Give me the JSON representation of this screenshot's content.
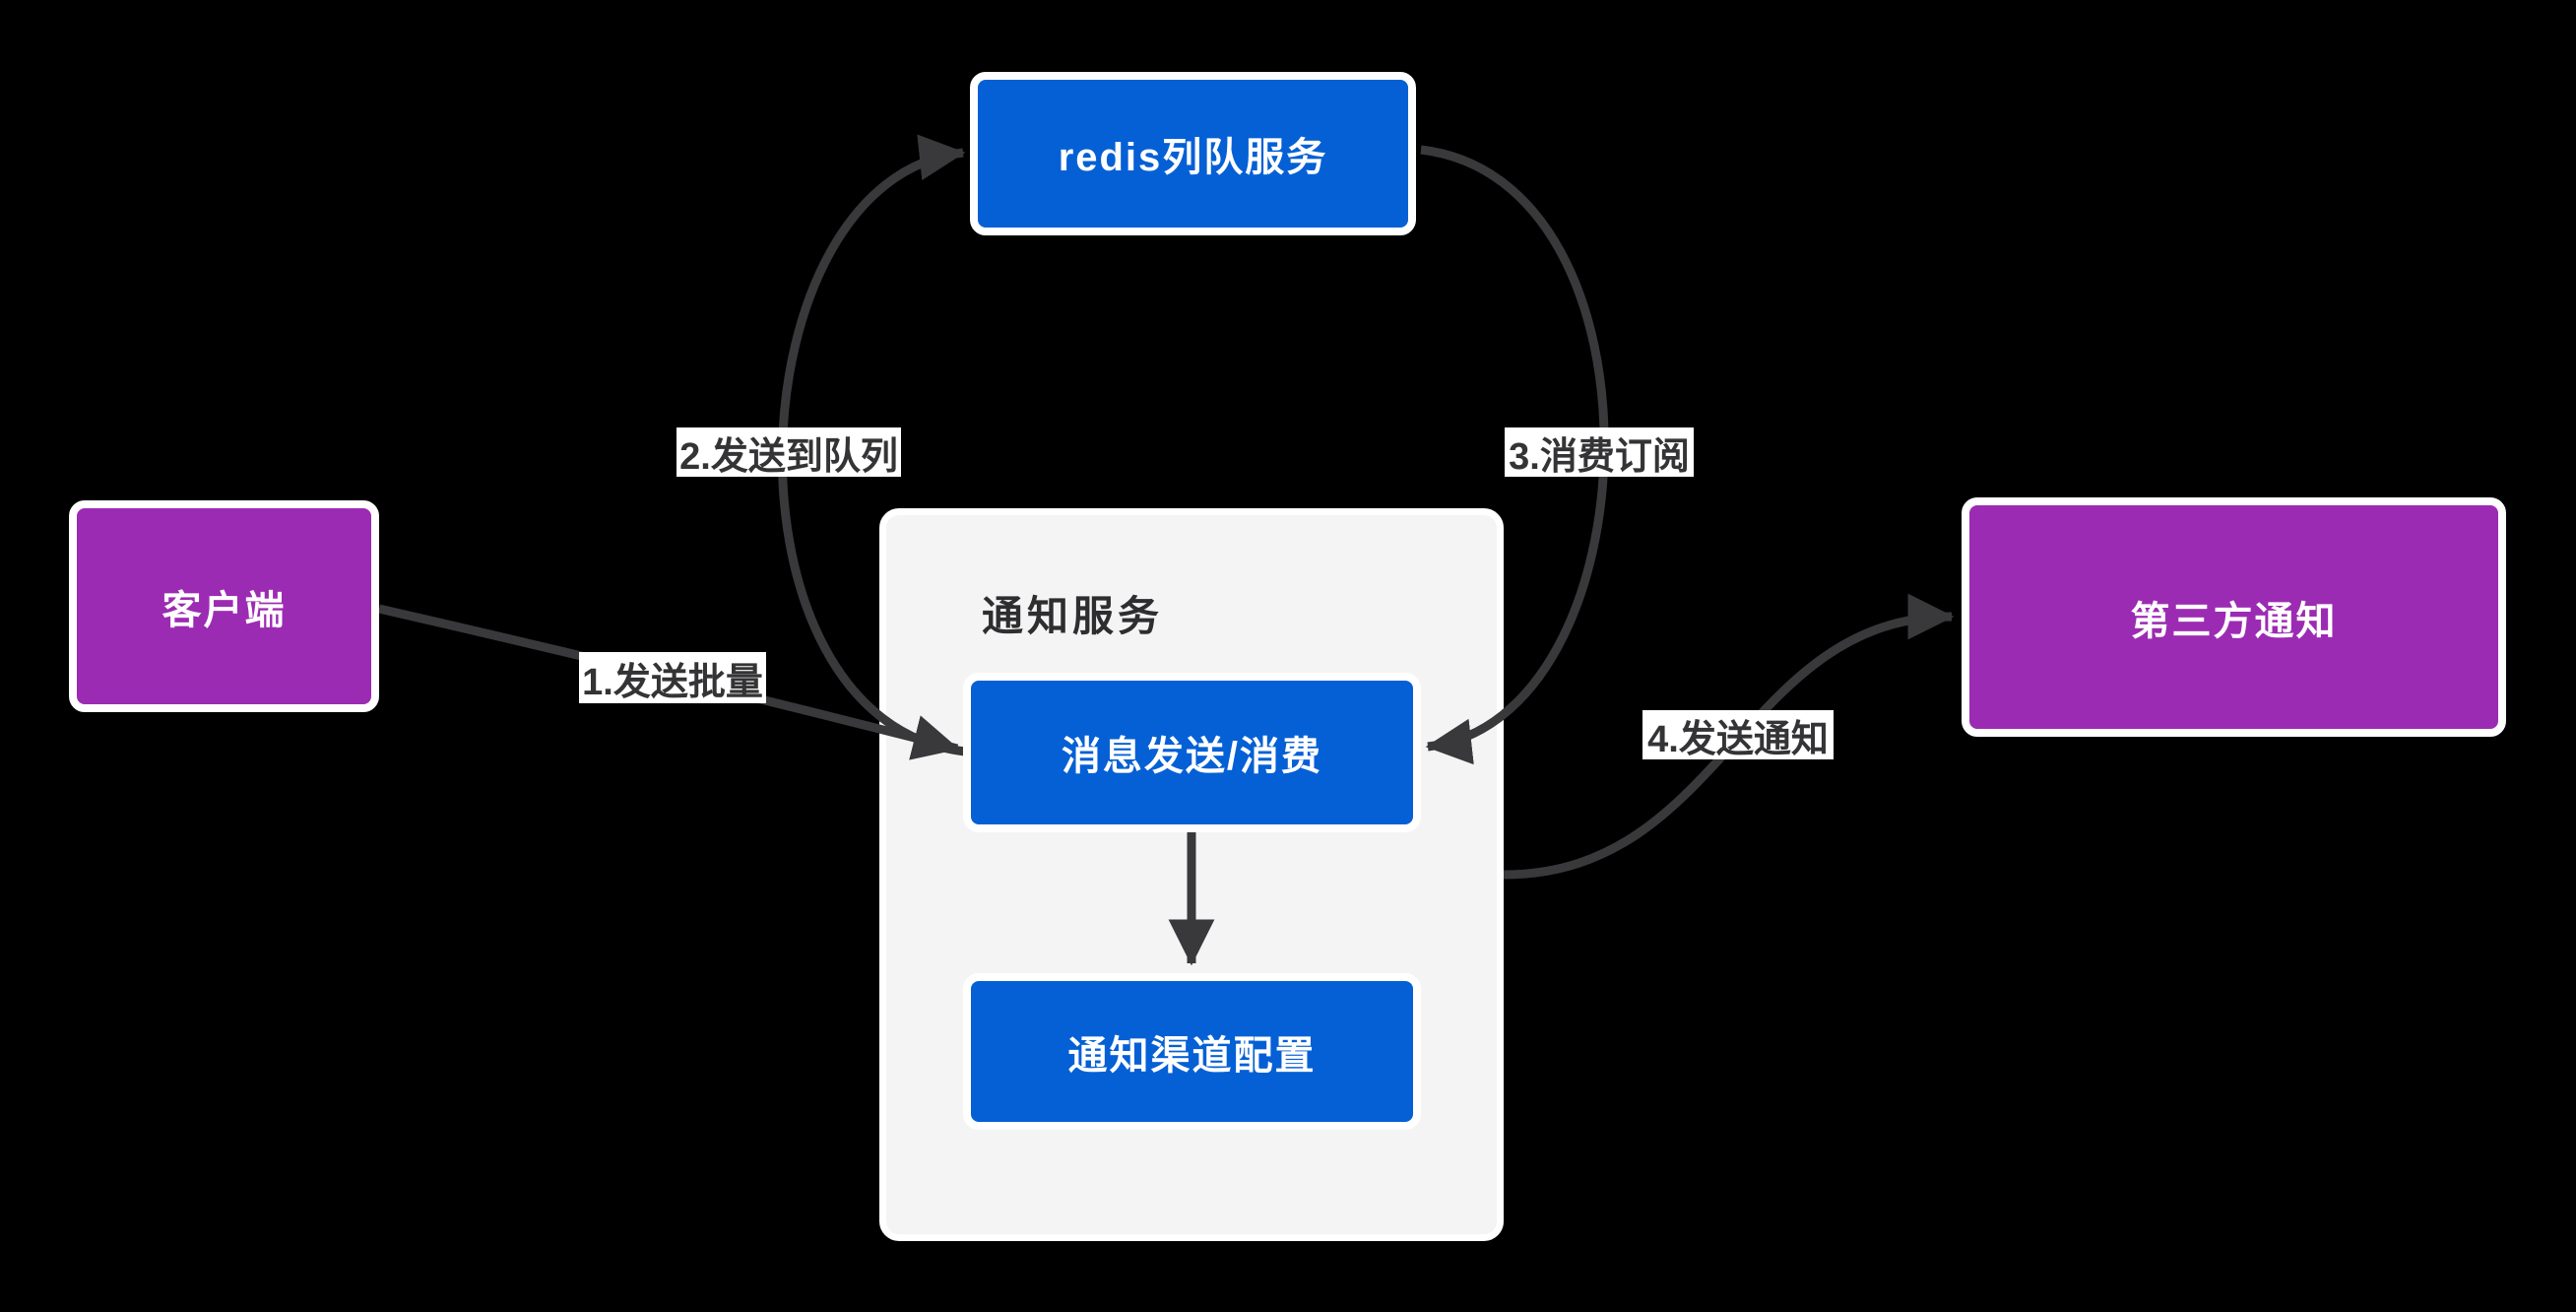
{
  "diagram": {
    "type": "flow-diagram",
    "background": "#000000",
    "colors": {
      "node_blue": "#0560d5",
      "node_purple": "#9c2bb3",
      "container_gray": "#f5f4f5",
      "node_border_white": "#ffffff",
      "arrow": "#39393b",
      "node_text": "#ffffff",
      "container_title_text": "#2e2e30",
      "edge_label_text": "#343436",
      "edge_label_background": "#ffffff"
    },
    "nodes": {
      "redis_queue_service": {
        "label": "redis列队服务",
        "color": "#0560d5"
      },
      "client": {
        "label": "客户端",
        "color": "#9c2bb3"
      },
      "third_party_notification": {
        "label": "第三方通知",
        "color": "#9c2bb3"
      },
      "notification_service_container": {
        "label": "通知服务",
        "color": "#f5f4f5"
      },
      "message_send_consume": {
        "label": "消息发送/消费",
        "color": "#0560d5"
      },
      "notification_channel_config": {
        "label": "通知渠道配置",
        "color": "#0560d5"
      }
    },
    "edges": [
      {
        "id": "1",
        "label": "1.发送批量",
        "from": "client",
        "to": "message_send_consume"
      },
      {
        "id": "2",
        "label": "2.发送到队列",
        "from": "message_send_consume",
        "to": "redis_queue_service"
      },
      {
        "id": "3",
        "label": "3.消费订阅",
        "from": "redis_queue_service",
        "to": "message_send_consume"
      },
      {
        "id": "4",
        "label": "4.发送通知",
        "from": "notification_service_container",
        "to": "third_party_notification"
      },
      {
        "id": "5",
        "label": "",
        "from": "message_send_consume",
        "to": "notification_channel_config"
      }
    ]
  }
}
